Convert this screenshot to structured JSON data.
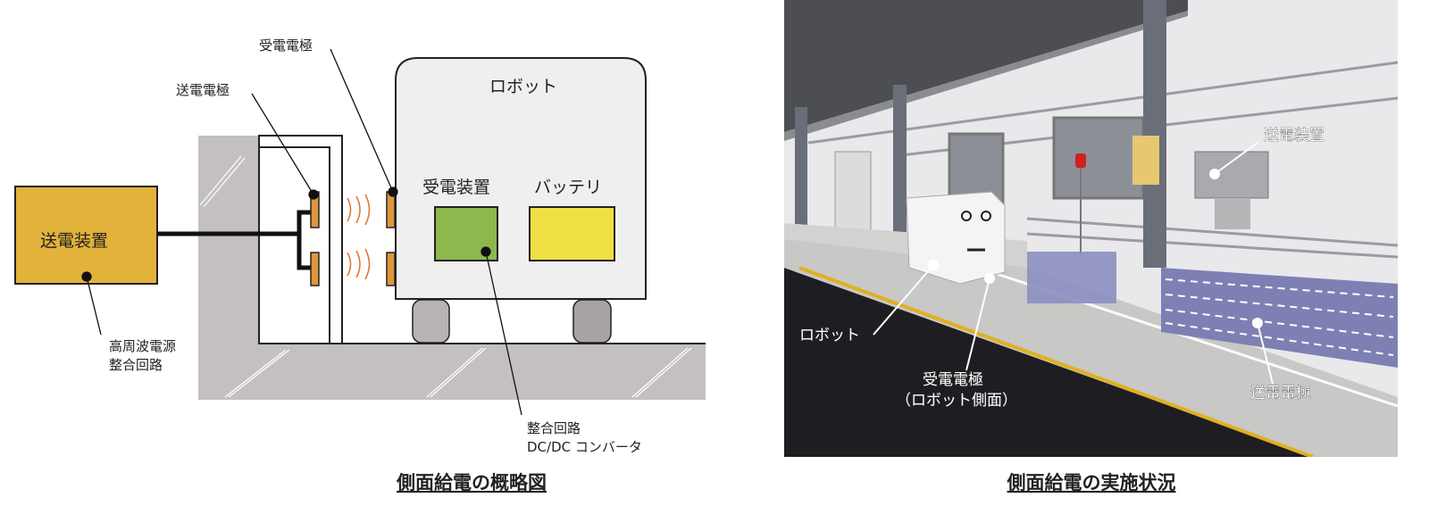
{
  "diagram": {
    "transmitter_box": "送電装置",
    "transmit_electrode": "送電電極",
    "receive_electrode": "受電電極",
    "robot": "ロボット",
    "receiver_unit": "受電装置",
    "battery": "バッテリ",
    "hf_source_line1": "高周波電源",
    "hf_source_line2": "整合回路",
    "matching_line1": "整合回路",
    "matching_line2": "DC/DC コンバータ",
    "caption": "側面給電の概略図",
    "colors": {
      "transmitter": "#e2b23a",
      "receiver": "#8db84e",
      "battery": "#f0e044",
      "electrode": "#e0953a",
      "wall": "#c4c0c0"
    }
  },
  "photo": {
    "transmitter_label": "送電装置",
    "robot_label": "ロボット",
    "receive_electrode_line1": "受電電極",
    "receive_electrode_line2": "（ロボット側面）",
    "transmit_electrode_label": "送電電極",
    "caption": "側面給電の実施状況"
  }
}
